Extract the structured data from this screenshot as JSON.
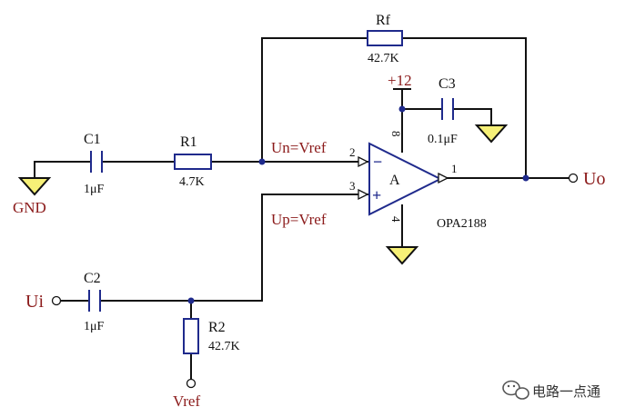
{
  "components": {
    "c1": {
      "ref": "C1",
      "value": "1μF"
    },
    "r1": {
      "ref": "R1",
      "value": "4.7K"
    },
    "rf": {
      "ref": "Rf",
      "value": "42.7K"
    },
    "c2": {
      "ref": "C2",
      "value": "1μF"
    },
    "r2": {
      "ref": "R2",
      "value": "42.7K"
    },
    "c3": {
      "ref": "C3",
      "value": "0.1μF"
    },
    "opamp": {
      "ref": "A",
      "part": "OPA2188",
      "minus": "−",
      "plus": "+"
    }
  },
  "pins": {
    "p1": "1",
    "p2": "2",
    "p3": "3",
    "p4": "4",
    "p8": "8"
  },
  "nets": {
    "gnd": "GND",
    "un": "Un=Vref",
    "up": "Up=Vref",
    "ui": "Ui",
    "uo": "Uo",
    "vref": "Vref",
    "supply": "+12"
  },
  "watermark": {
    "text": "电路一点通"
  },
  "colors": {
    "wire": "#111111",
    "component": "#1f2a8c",
    "net_label": "#8b1a1a",
    "ground_fill": "#f6f077"
  }
}
